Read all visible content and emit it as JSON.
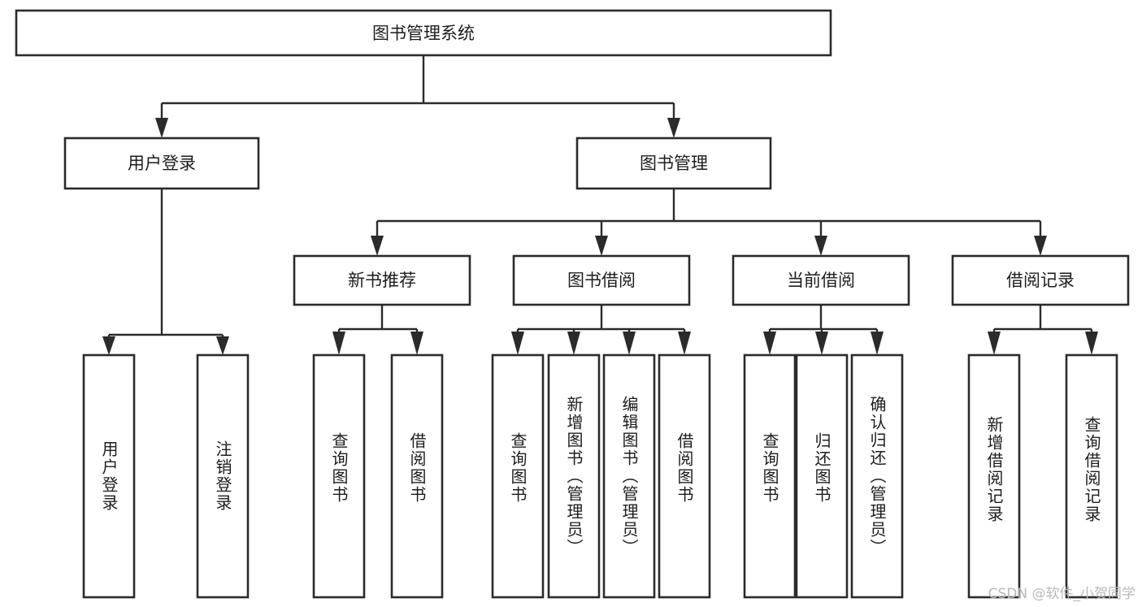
{
  "diagram": {
    "type": "tree-hierarchy",
    "title": "图书管理系统",
    "orientation": "top-down",
    "root": {
      "id": "root",
      "label": "图书管理系统"
    },
    "level1": [
      {
        "id": "user-login",
        "label": "用户登录"
      },
      {
        "id": "book-manage",
        "label": "图书管理"
      }
    ],
    "level2": [
      {
        "id": "new-book-rec",
        "label": "新书推荐",
        "parent": "book-manage"
      },
      {
        "id": "book-borrow",
        "label": "图书借阅",
        "parent": "book-manage"
      },
      {
        "id": "current-borrow",
        "label": "当前借阅",
        "parent": "book-manage"
      },
      {
        "id": "borrow-record",
        "label": "借阅记录",
        "parent": "book-manage"
      }
    ],
    "leaves": [
      {
        "id": "leaf-1",
        "label": "用户登录",
        "parent": "user-login"
      },
      {
        "id": "leaf-2",
        "label": "注销登录",
        "parent": "user-login"
      },
      {
        "id": "leaf-3",
        "label": "查询图书",
        "parent": "new-book-rec"
      },
      {
        "id": "leaf-4",
        "label": "借阅图书",
        "parent": "new-book-rec"
      },
      {
        "id": "leaf-5",
        "label": "查询图书",
        "parent": "book-borrow"
      },
      {
        "id": "leaf-6",
        "label": "新增图书（管理员）",
        "parent": "book-borrow"
      },
      {
        "id": "leaf-7",
        "label": "编辑图书（管理员）",
        "parent": "book-borrow"
      },
      {
        "id": "leaf-8",
        "label": "借阅图书",
        "parent": "book-borrow"
      },
      {
        "id": "leaf-9",
        "label": "查询图书",
        "parent": "current-borrow"
      },
      {
        "id": "leaf-10",
        "label": "归还图书",
        "parent": "current-borrow"
      },
      {
        "id": "leaf-11",
        "label": "确认归还（管理员）",
        "parent": "current-borrow"
      },
      {
        "id": "leaf-12",
        "label": "新增借阅记录",
        "parent": "borrow-record"
      },
      {
        "id": "leaf-13",
        "label": "查询借阅记录",
        "parent": "borrow-record"
      }
    ],
    "colors": {
      "box_stroke": "#2b2b2b",
      "box_fill": "#ffffff",
      "connector": "#2b2b2b",
      "text": "#1d1d1d",
      "background": "#ffffff",
      "watermark": "#b9b9b9"
    }
  },
  "watermark": {
    "text": "CSDN @软件_小贺同学"
  }
}
